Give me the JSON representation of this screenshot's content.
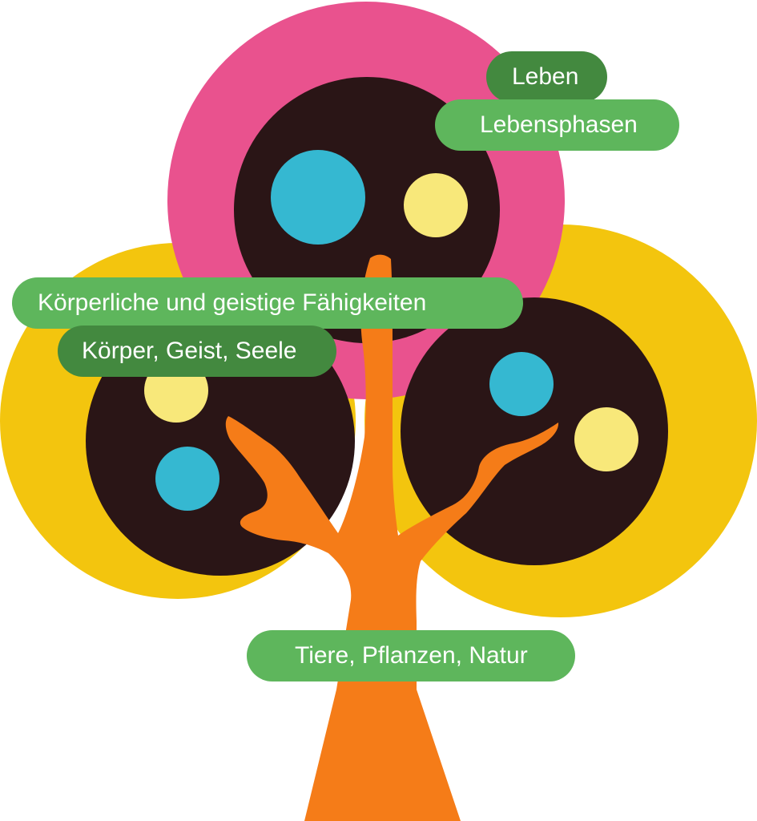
{
  "colors": {
    "background": "#ffffff",
    "pink_crown": "#e9528e",
    "yellow_crown": "#f3c50e",
    "dark_inner": "#2a1516",
    "blue_dot": "#35b8d1",
    "pale_yellow_dot": "#f8e87a",
    "trunk_orange": "#f57c18",
    "pill_light_green": "#5eb65c",
    "pill_dark_green": "#43893f",
    "pill_text": "#ffffff"
  },
  "labels": {
    "leben": "Leben",
    "lebensphasen": "Lebensphasen",
    "faehigkeiten": "Körperliche und geistige Fähigkeiten",
    "koerper_geist_seele": "Körper, Geist, Seele",
    "natur": "Tiere, Pflanzen, Natur"
  },
  "icons": {
    "tree": "tree-illustration"
  }
}
